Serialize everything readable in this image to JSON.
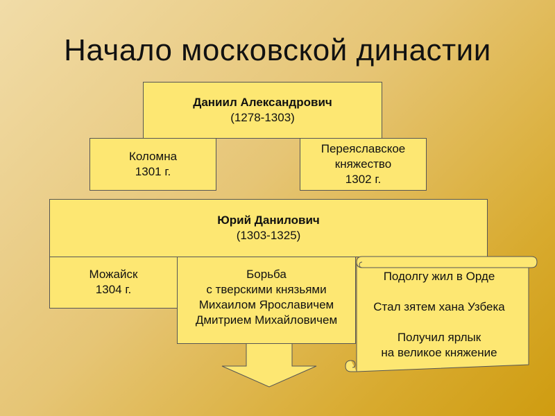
{
  "title": "Начало московской династии",
  "daniil": {
    "name": "Даниил Александрович",
    "years": "(1278-1303)"
  },
  "kolomna": {
    "line1": "Коломна",
    "line2": "1301 г."
  },
  "pereyaslavl": {
    "line1": "Переяславское",
    "line2": "княжество",
    "line3": "1302 г."
  },
  "yuri": {
    "name": "Юрий Данилович",
    "years": "(1303-1325)"
  },
  "mozhaisk": {
    "line1": "Можайск",
    "line2": "1304 г."
  },
  "struggle": {
    "line1": "Борьба",
    "line2": "с тверскими князьями",
    "line3": "Михаилом Ярославичем",
    "line4": "Дмитрием Михайловичем"
  },
  "scroll": {
    "line1": "Подолгу жил в Орде",
    "line2": "Стал зятем хана Узбека",
    "line3": "Получил ярлык",
    "line4": "на великое княжение"
  },
  "colors": {
    "box_fill": "#fde772",
    "border": "#555555"
  }
}
